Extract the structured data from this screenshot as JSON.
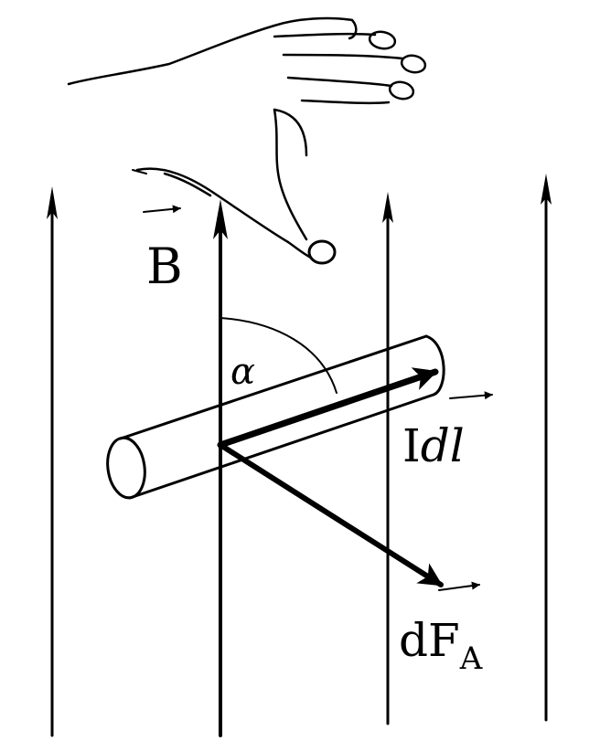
{
  "labels": {
    "field": "B",
    "current_element_I": "I",
    "current_element_rest": "dl",
    "force_main": "dF",
    "force_sub": "A",
    "angle": "α"
  },
  "colors": {
    "ink": "#000000",
    "background": "#ffffff"
  },
  "icons": {
    "hand": "right-hand-icon",
    "vector_mark": "over-arrow-icon"
  }
}
